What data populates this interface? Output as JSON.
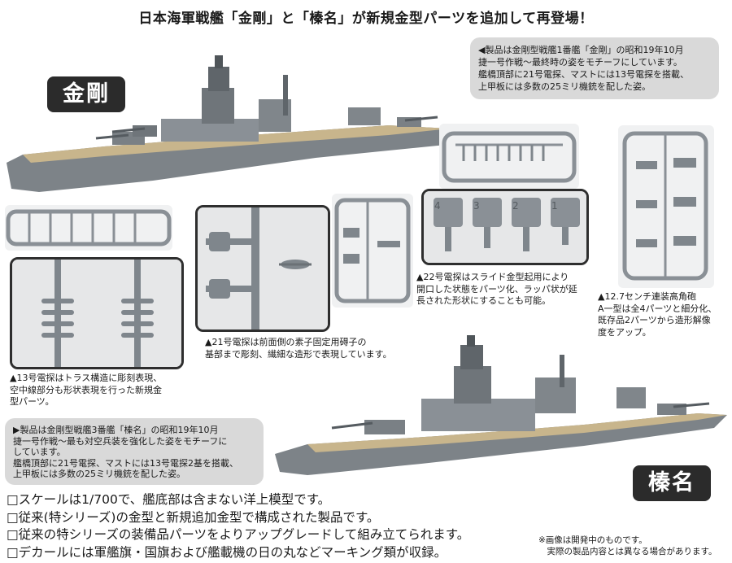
{
  "headline": "日本海軍戦艦「金剛」と「榛名」が新規金型パーツを追加して再登場！",
  "kongo": {
    "name": "金剛",
    "note_lines": [
      "◀製品は金剛型戦艦1番艦「金剛」の昭和19年10月",
      "捷一号作戦〜最終時の姿をモチーフにしています。",
      "艦橋頂部に21号電探、マストには13号電探を搭載、",
      "上甲板には多数の25ミリ機銃を配した姿。"
    ]
  },
  "haruna": {
    "name": "榛名",
    "note_lines": [
      "▶製品は金剛型戦艦3番艦「榛名」の昭和19年10月",
      "捷一号作戦〜最も対空兵装を強化した姿をモチーフに",
      "しています。",
      "艦橋頂部に21号電探、マストには13号電探2基を搭載、",
      "上甲板には多数の25ミリ機銃を配した姿。"
    ]
  },
  "captions": {
    "radar13": [
      "▲13号電探はトラス構造に彫刻表現、",
      "空中線部分も形状表現を行った新規金",
      "型パーツ。"
    ],
    "radar21": [
      "▲21号電探は前面側の素子固定用碍子の",
      "基部まで彫刻、繊細な造形で表現しています。"
    ],
    "radar22": [
      "▲22号電探はスライド金型起用により",
      "開口した状態をパーツ化、ラッパ状が延",
      "長された形状にすることも可能。"
    ],
    "aa_gun": [
      "▲12.7センチ連装高角砲",
      "A一型は全4パーツと細分化、",
      "既存品2パーツから造形解像",
      "度をアップ。"
    ]
  },
  "part_numbers": [
    "4",
    "3",
    "2",
    "1"
  ],
  "bullets": [
    "□スケールは1/700で、艦底部は含まない洋上模型です。",
    "□従来(特シリーズ)の金型と新規追加金型で構成された製品です。",
    "□従来の特シリーズの装備品パーツをよりアップグレードして組み立てられます。",
    "□デカールには軍艦旗・国旗および艦載機の日の丸などマーキング類が収録。"
  ],
  "disclaimer": [
    "※画像は開発中のものです。",
    "　実際の製品内容とは異なる場合があります。"
  ],
  "colors": {
    "badge": "#2b2b2b",
    "note_bg": "#d9d9d9",
    "plastic_gray": "#8a9096",
    "deck_tan": "#c8b58c"
  }
}
